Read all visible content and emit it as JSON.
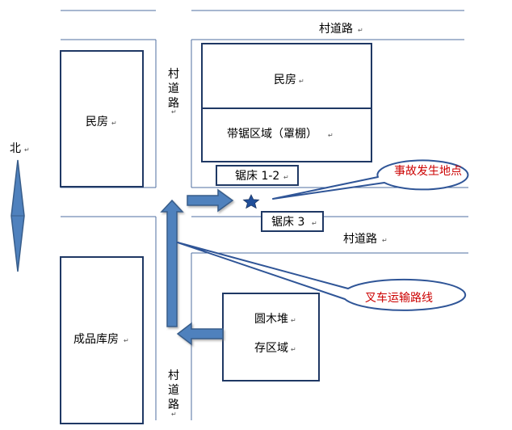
{
  "colors": {
    "outline": "#1f3864",
    "road_line": "#4f6fa0",
    "arrow_fill": "#4f81bd",
    "arrow_stroke": "#385d8a",
    "callout_stroke": "#2f5597",
    "accident_text": "#cc0000",
    "mark": "#666666"
  },
  "paragraph_mark": "↵",
  "labels": {
    "north": "北",
    "road_top": "村道路",
    "road_left_upper_chars": [
      "村",
      "道",
      "路"
    ],
    "road_left_lower_chars": [
      "村",
      "道",
      "路"
    ],
    "road_right_mid": "村道路",
    "house_left": "民房",
    "house_right": "民房",
    "saw_area": "带锯区域（罩棚）",
    "saw_bed_1_2": "锯床 1-2",
    "saw_bed_3": "锯床 3",
    "warehouse": "成品库房",
    "log_storage_line1": "圆木堆",
    "log_storage_line2": "存区域"
  },
  "callouts": {
    "accident_site": "事故发生地点",
    "forklift_route": "叉车运输路线"
  },
  "icons": {
    "north": "double-headed-arrow-icon",
    "accident": "star-icon"
  }
}
